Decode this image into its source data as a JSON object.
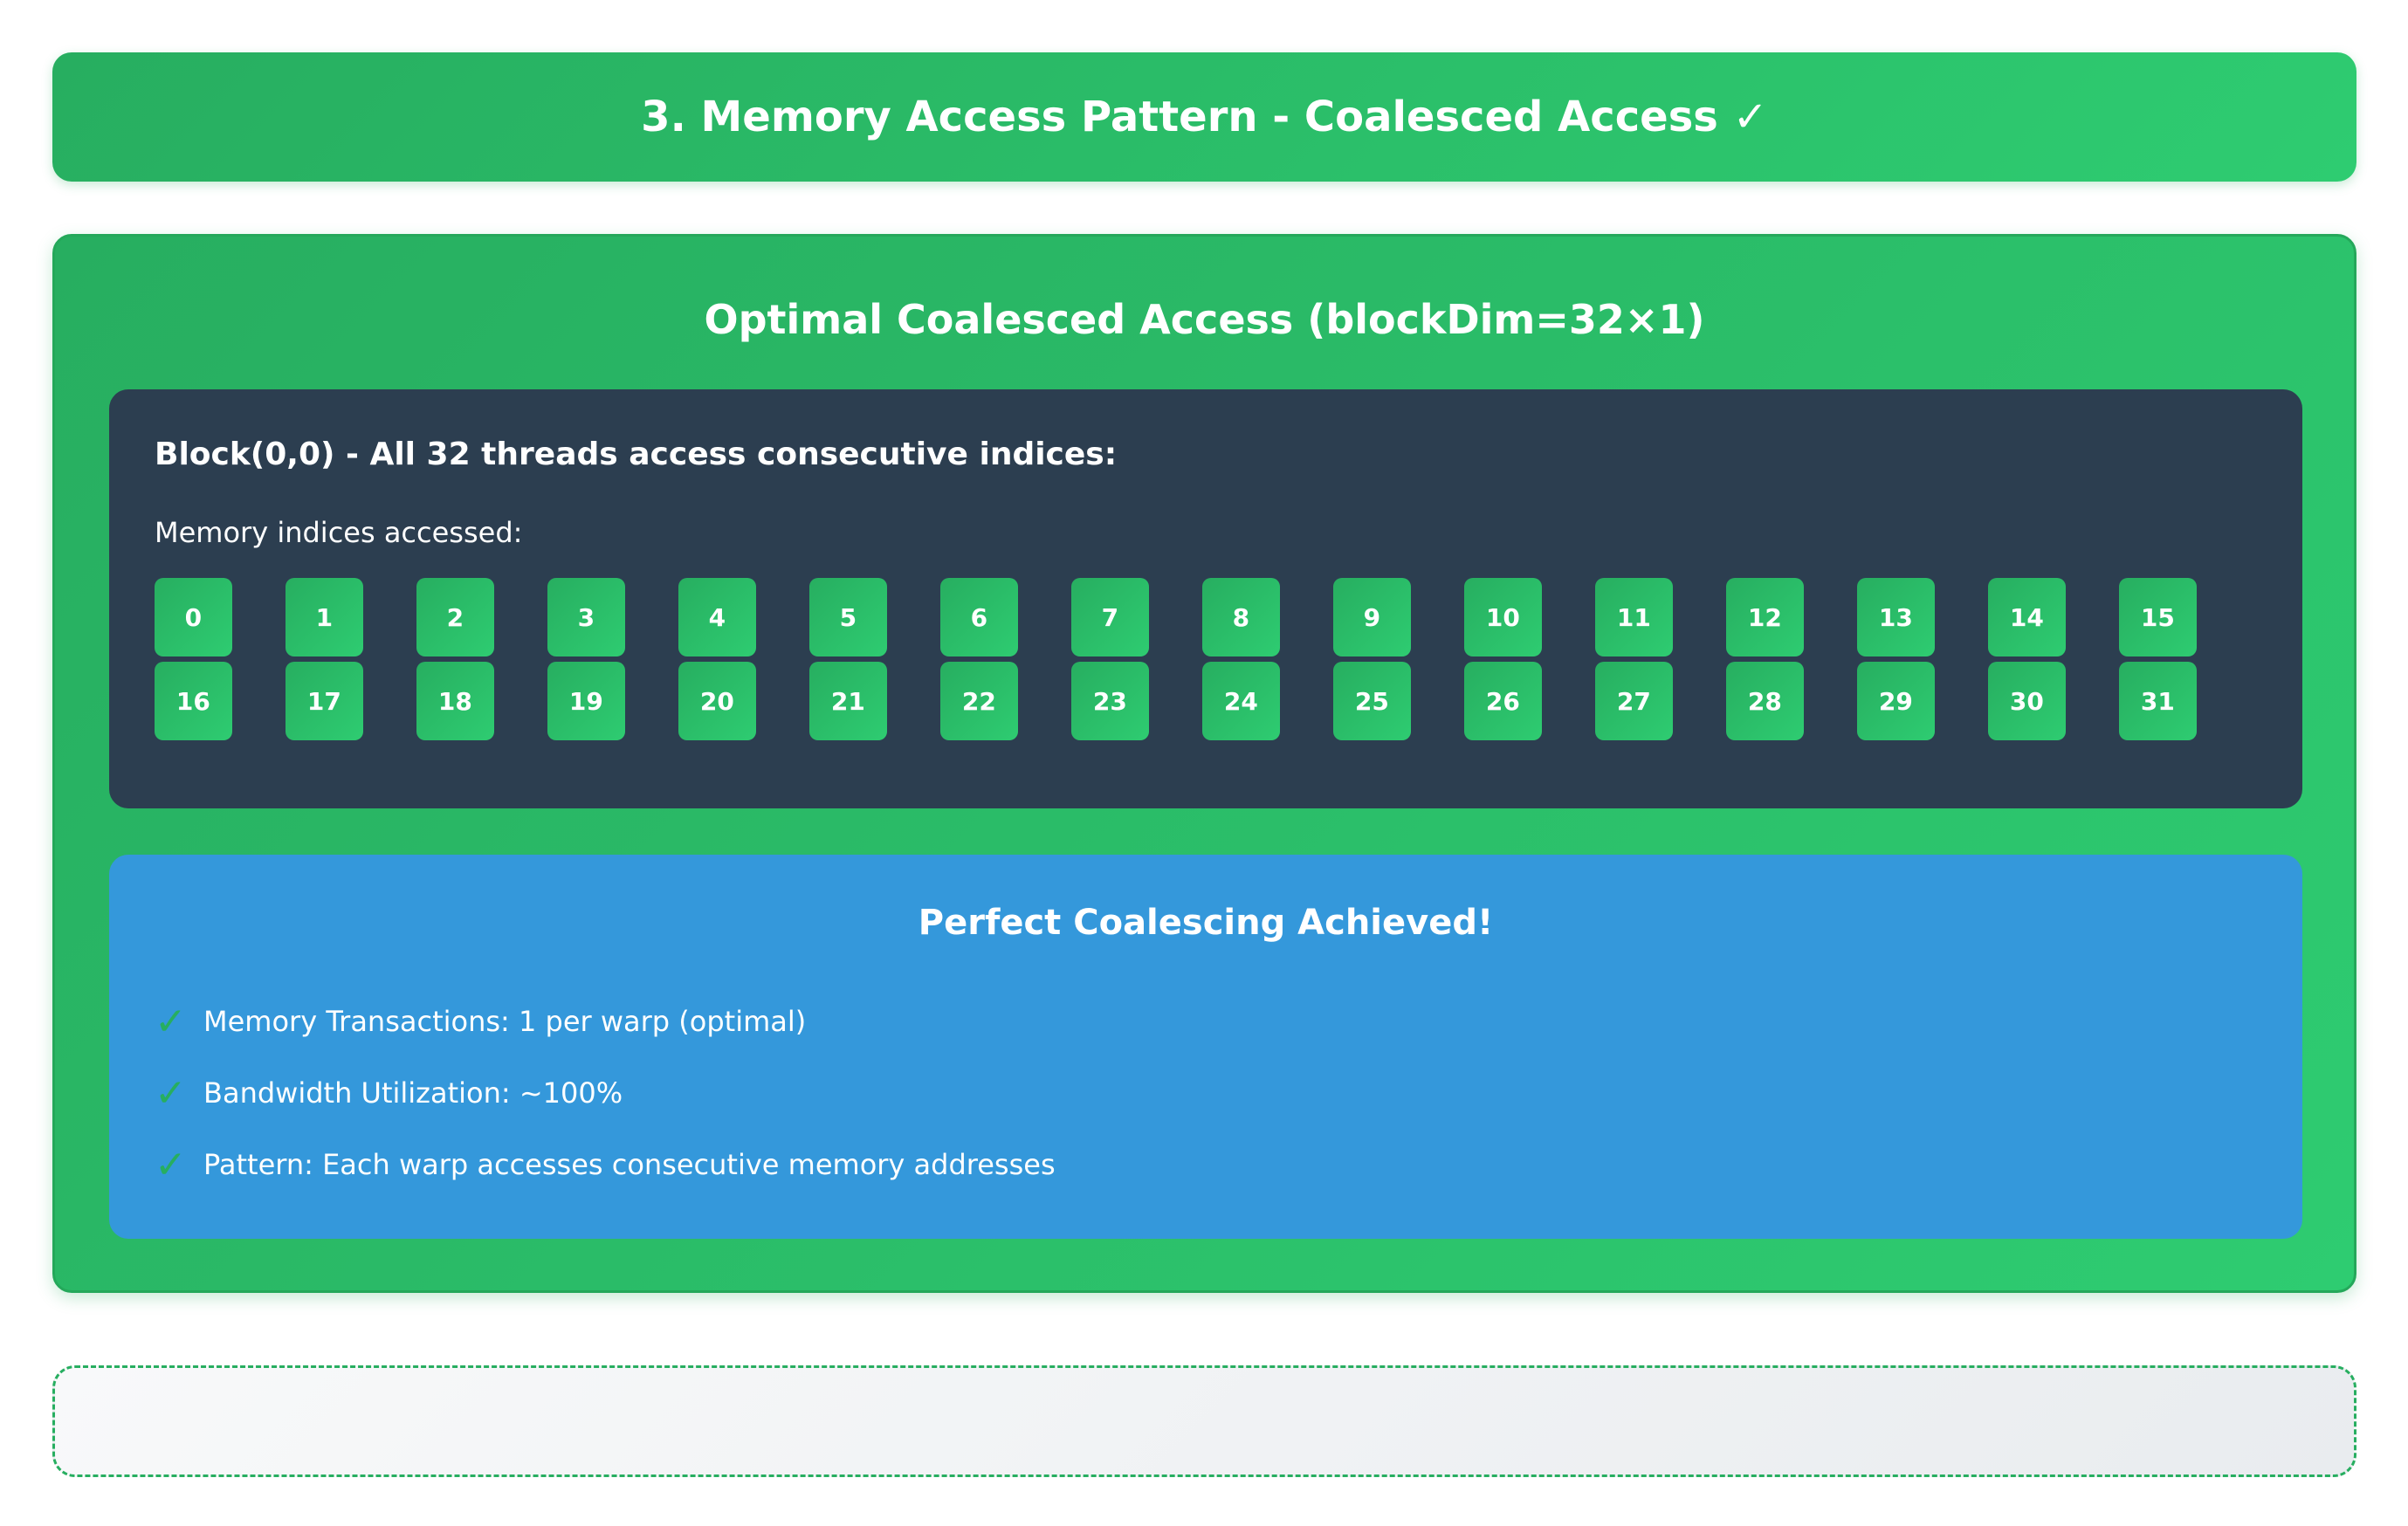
{
  "header": {
    "title": "3. Memory Access Pattern - Coalesced Access ✓"
  },
  "panel": {
    "title": "Optimal Coalesced Access (blockDim=32×1)",
    "block": {
      "title": "Block(0,0) - All 32 threads access consecutive indices:",
      "indices_label": "Memory indices accessed:",
      "rows": [
        [
          "0",
          "1",
          "2",
          "3",
          "4",
          "5",
          "6",
          "7",
          "8",
          "9",
          "10",
          "11",
          "12",
          "13",
          "14",
          "15"
        ],
        [
          "16",
          "17",
          "18",
          "19",
          "20",
          "21",
          "22",
          "23",
          "24",
          "25",
          "26",
          "27",
          "28",
          "29",
          "30",
          "31"
        ]
      ]
    },
    "result": {
      "title": "Perfect Coalescing Achieved!",
      "check_icon": "✓",
      "items": [
        "Memory Transactions: 1 per warp (optimal)",
        "Bandwidth Utilization: ~100%",
        "Pattern: Each warp accesses consecutive memory addresses"
      ]
    }
  },
  "colors": {
    "accent_green": "#27ae60",
    "accent_green_light": "#2ecc71",
    "dark_panel": "#2c3e50",
    "info_blue": "#3498db"
  }
}
